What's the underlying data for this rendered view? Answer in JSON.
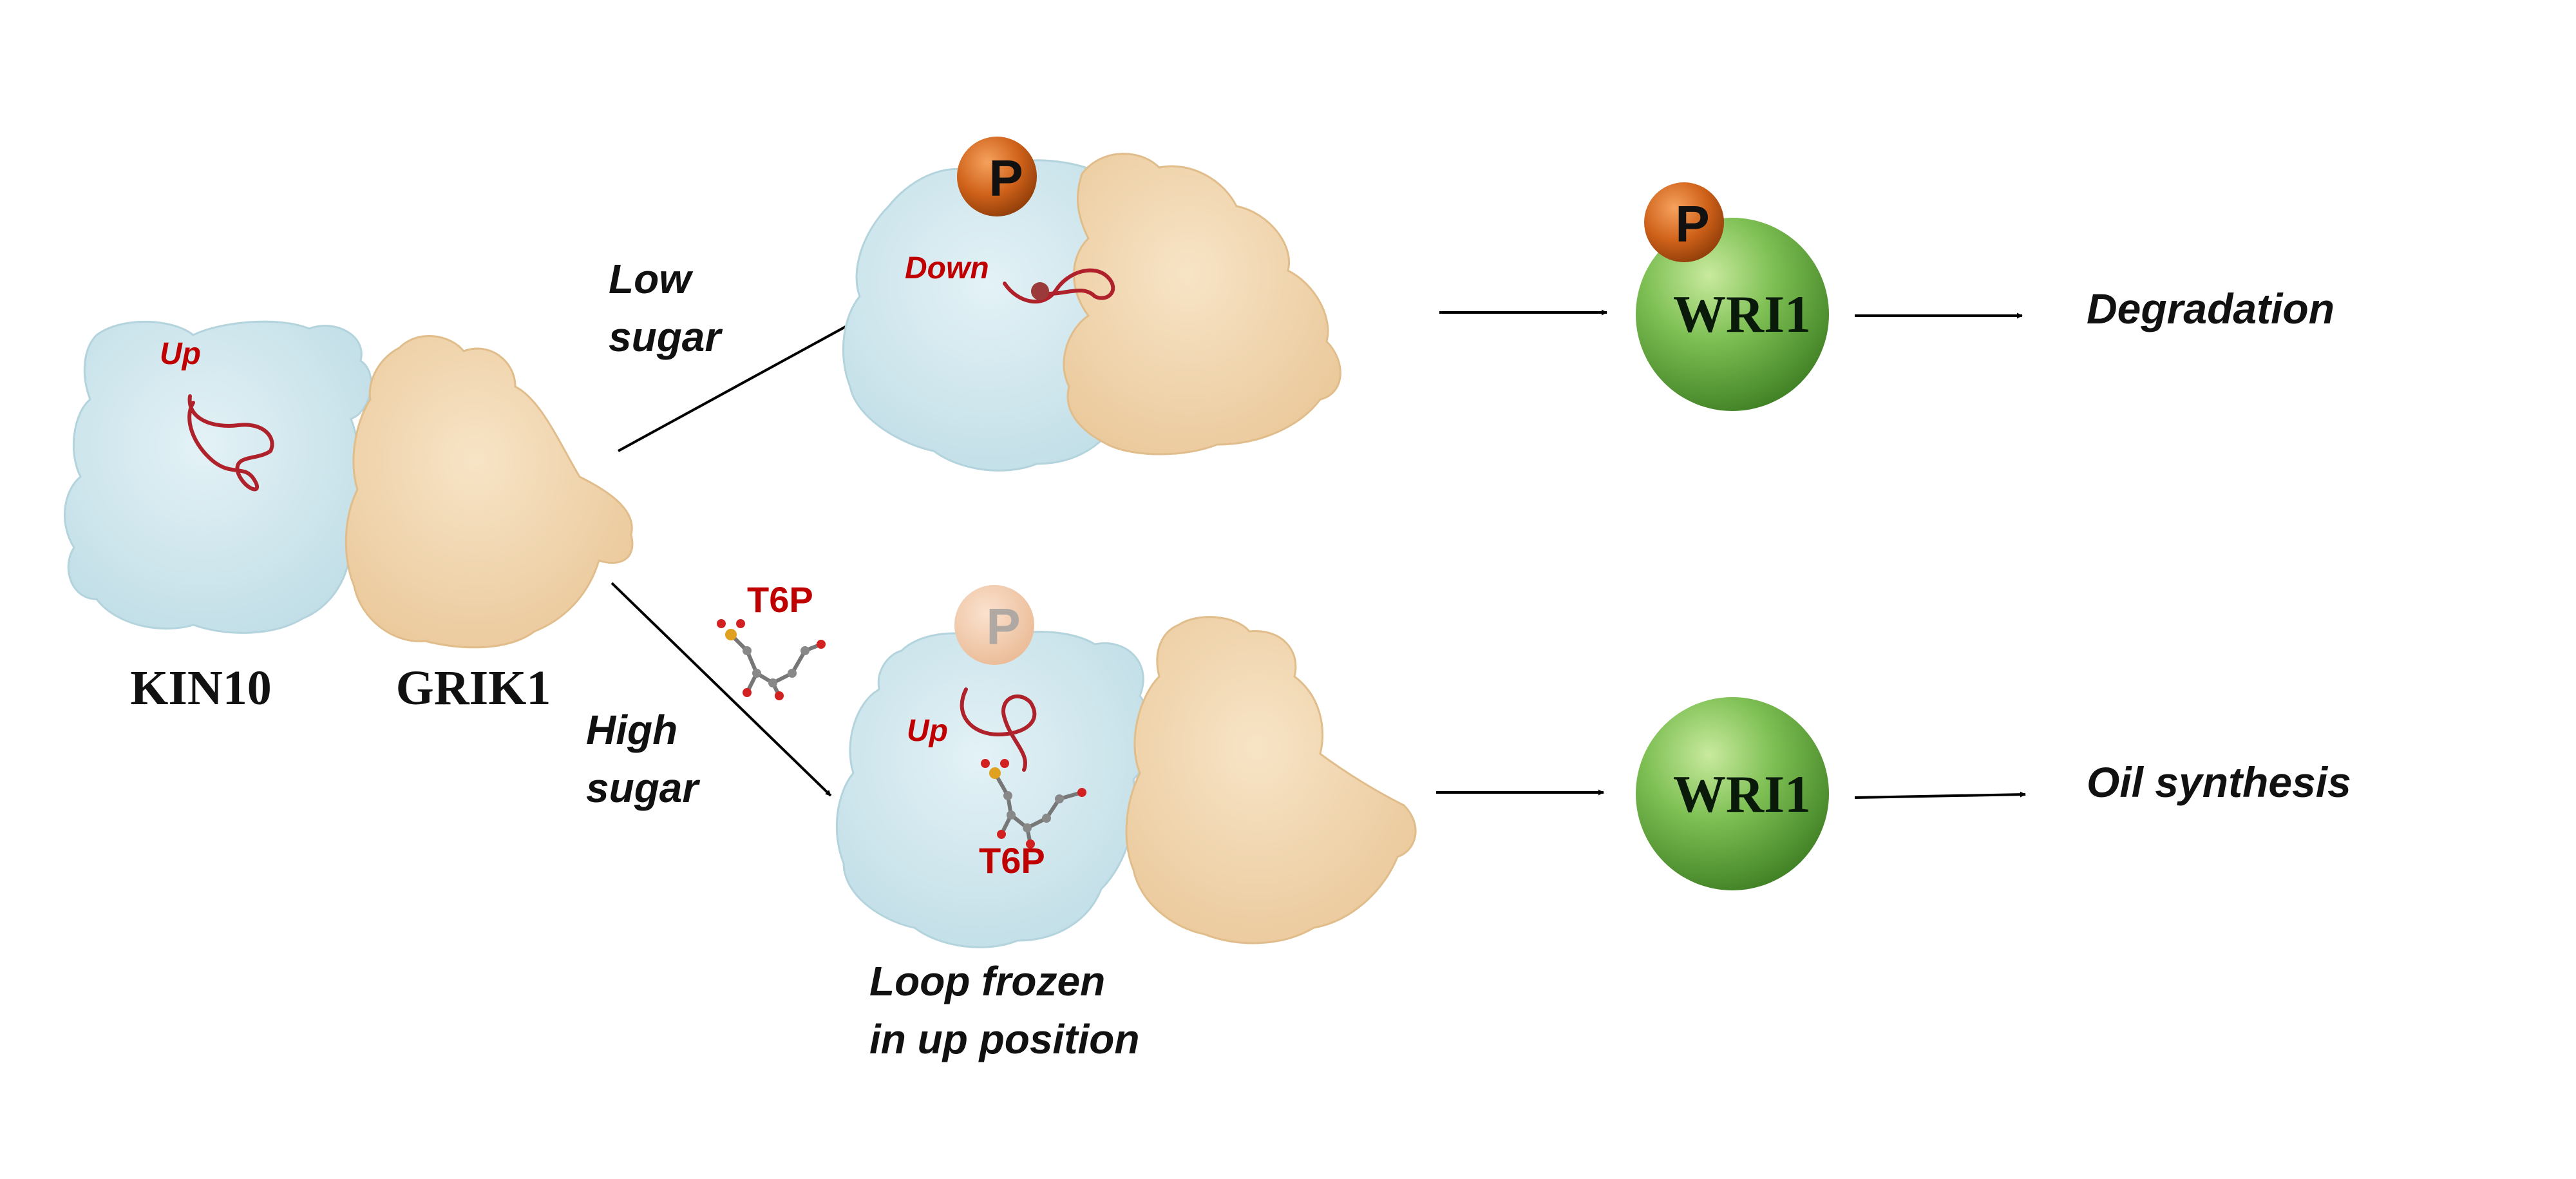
{
  "labels": {
    "kin10": "KIN10",
    "grik1": "GRIK1",
    "loop_up_left": "Up",
    "loop_down": "Down",
    "loop_up_bottom": "Up",
    "low_sugar_line1": "Low",
    "low_sugar_line2": "sugar",
    "high_sugar_line1": "High",
    "high_sugar_line2": "sugar",
    "t6p_free": "T6P",
    "t6p_bound": "T6P",
    "loop_frozen_line1": "Loop frozen",
    "loop_frozen_line2": "in up position",
    "wri1_top": "WRI1",
    "wri1_bottom": "WRI1",
    "degradation": "Degradation",
    "oil_synthesis": "Oil synthesis",
    "phospho_complex": "P",
    "phospho_wri1": "P",
    "phospho_faded": "P"
  },
  "colors": {
    "kin10_surface": "#cfe7ee",
    "grik1_surface": "#f1d5ad",
    "loop": "#b0222b",
    "annotation_red": "#c00000",
    "phosphate": "#d0621a",
    "phosphate_faded": "#f0c8aa",
    "wri1_green": "#6ab04c",
    "arrow": "#000000"
  }
}
